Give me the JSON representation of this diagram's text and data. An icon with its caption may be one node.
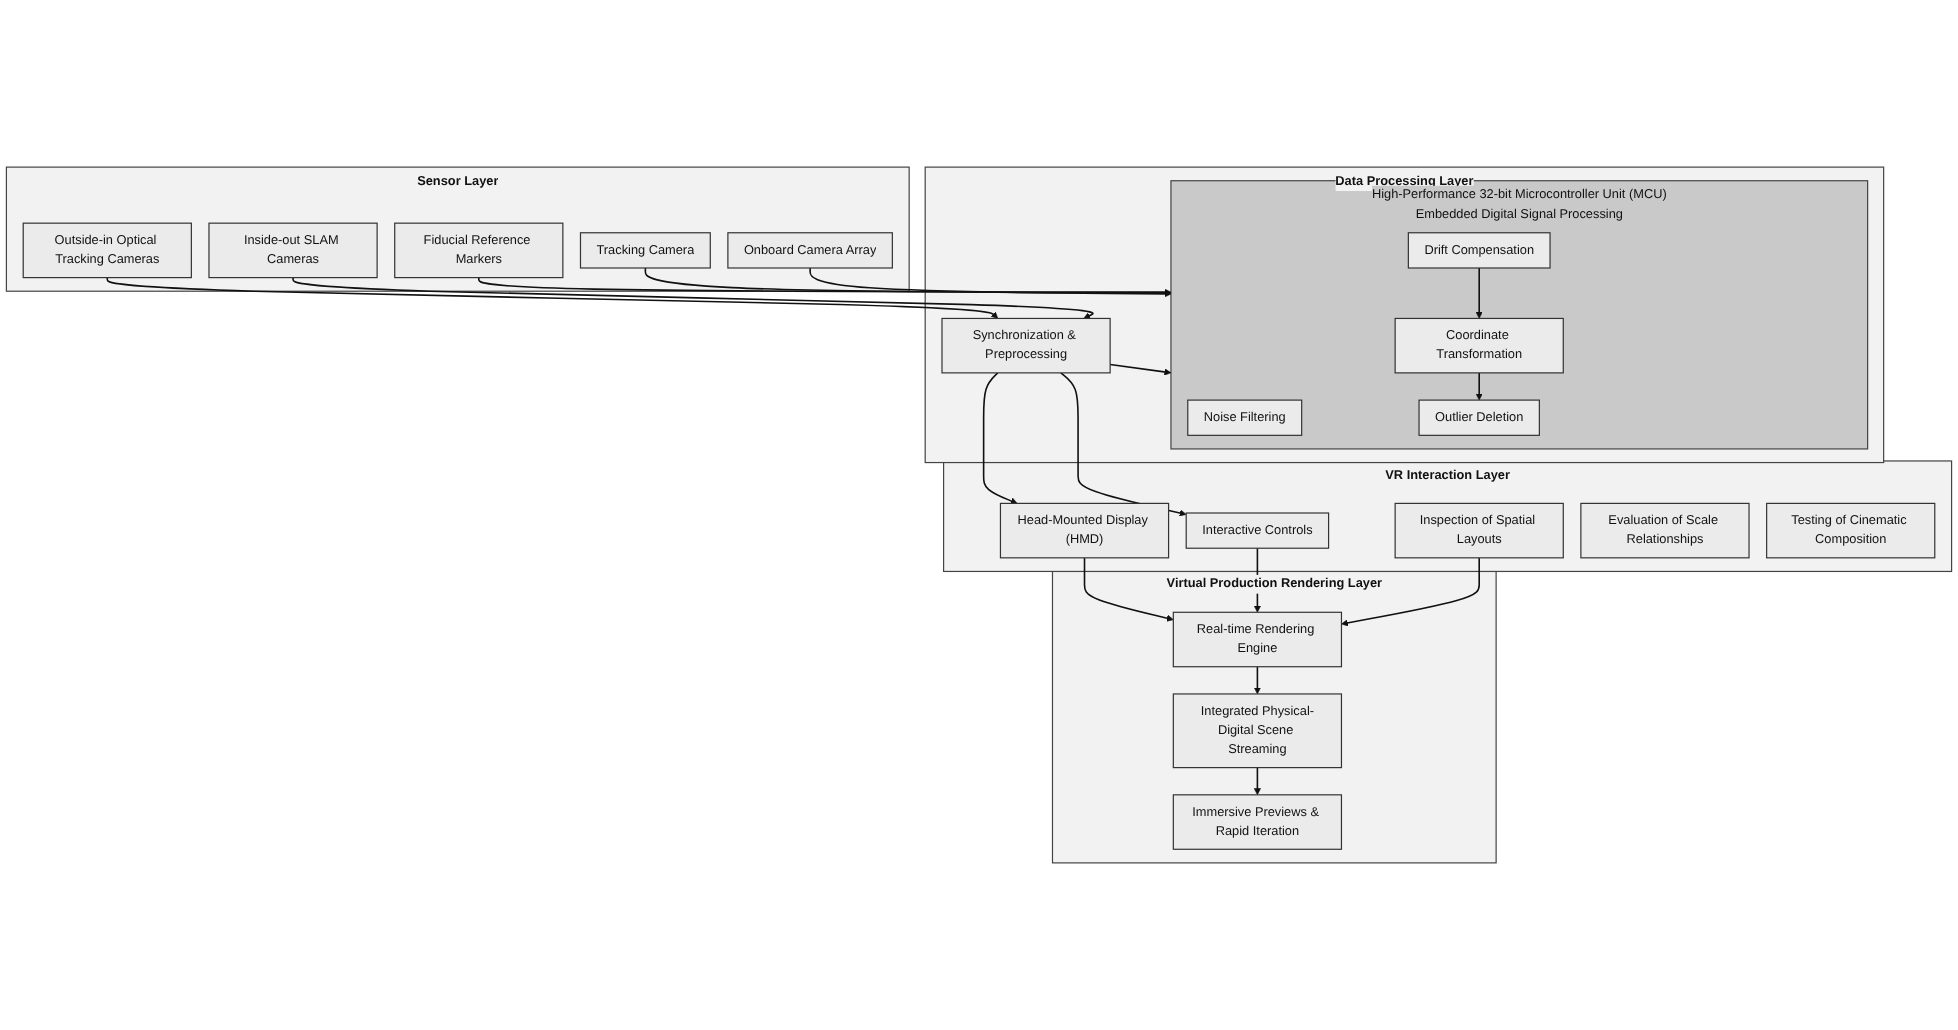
{
  "diagram": {
    "nodes": [
      {
        "text": [
          "Sensor Layer"
        ]
      },
      {
        "text": [
          "Outside-in Optical Tracking Cameras"
        ],
        "in": 0
      },
      {
        "text": [
          "Inside-out SLAM Cameras"
        ],
        "in": 0
      },
      {
        "text": [
          "Fiducial Reference Markers"
        ],
        "in": 0
      },
      {
        "text": [
          "Tracking Camera"
        ],
        "in": 0
      },
      {
        "text": [
          "Onboard Camera Array"
        ],
        "in": 0
      },
      {
        "text": [
          "Data Processing Layer"
        ]
      },
      {
        "text": [
          "Synchronization & Preprocessing"
        ],
        "in": 6
      },
      {
        "text": [
          "High-Performance 32-bit Microcontroller Unit (MCU)",
          "Embedded Digital Signal Processing"
        ],
        "in": 6
      },
      {
        "text": [
          "Noise Filtering"
        ],
        "in": 8
      },
      {
        "text": [
          "Drift Compensation"
        ],
        "in": 8
      },
      {
        "text": [
          "Coordinate Transformation"
        ],
        "in": 8
      },
      {
        "text": [
          "Outlier Deletion"
        ],
        "in": 8
      },
      {
        "text": [
          "VR Interaction Layer"
        ]
      },
      {
        "text": [
          "Head-Mounted Display (HMD)"
        ],
        "in": 13
      },
      {
        "text": [
          "Interactive Controls"
        ],
        "in": 13
      },
      {
        "text": [
          "Inspection of Spatial Layouts"
        ],
        "in": 13
      },
      {
        "text": [
          "Evaluation of Scale Relationships"
        ],
        "in": 13
      },
      {
        "text": [
          "Testing of Cinematic Composition"
        ],
        "in": 13
      },
      {
        "text": [
          "Virtual Production Rendering Layer"
        ]
      },
      {
        "text": [
          "Real-time Rendering Engine"
        ],
        "in": 19
      },
      {
        "text": [
          "Integrated Physical-Digital Scene Streaming"
        ],
        "in": 19
      },
      {
        "text": [
          "Immersive Previews & Rapid Iteration"
        ],
        "in": 19
      }
    ],
    "edges": [
      {
        "from": 1,
        "to": 7,
        "arrow": "to"
      },
      {
        "from": 2,
        "to": 7,
        "arrow": "to"
      },
      {
        "from": 3,
        "to": 8,
        "arrow": "to"
      },
      {
        "from": 4,
        "to": 8,
        "arrow": "to"
      },
      {
        "from": 5,
        "to": 8,
        "arrow": "to"
      },
      {
        "from": 7,
        "to": 8,
        "arrow": "to"
      },
      {
        "from": 10,
        "to": 11,
        "arrow": "to"
      },
      {
        "from": 11,
        "to": 12,
        "arrow": "to"
      },
      {
        "from": 7,
        "to": 14,
        "arrow": "to"
      },
      {
        "from": 7,
        "to": 15,
        "arrow": "to"
      },
      {
        "from": 14,
        "to": 20,
        "arrow": "to"
      },
      {
        "from": 15,
        "to": 20,
        "arrow": "to"
      },
      {
        "from": 16,
        "to": 20,
        "arrow": "to"
      },
      {
        "from": 20,
        "to": 21,
        "arrow": "to"
      },
      {
        "from": 21,
        "to": 22,
        "arrow": "to"
      }
    ]
  }
}
